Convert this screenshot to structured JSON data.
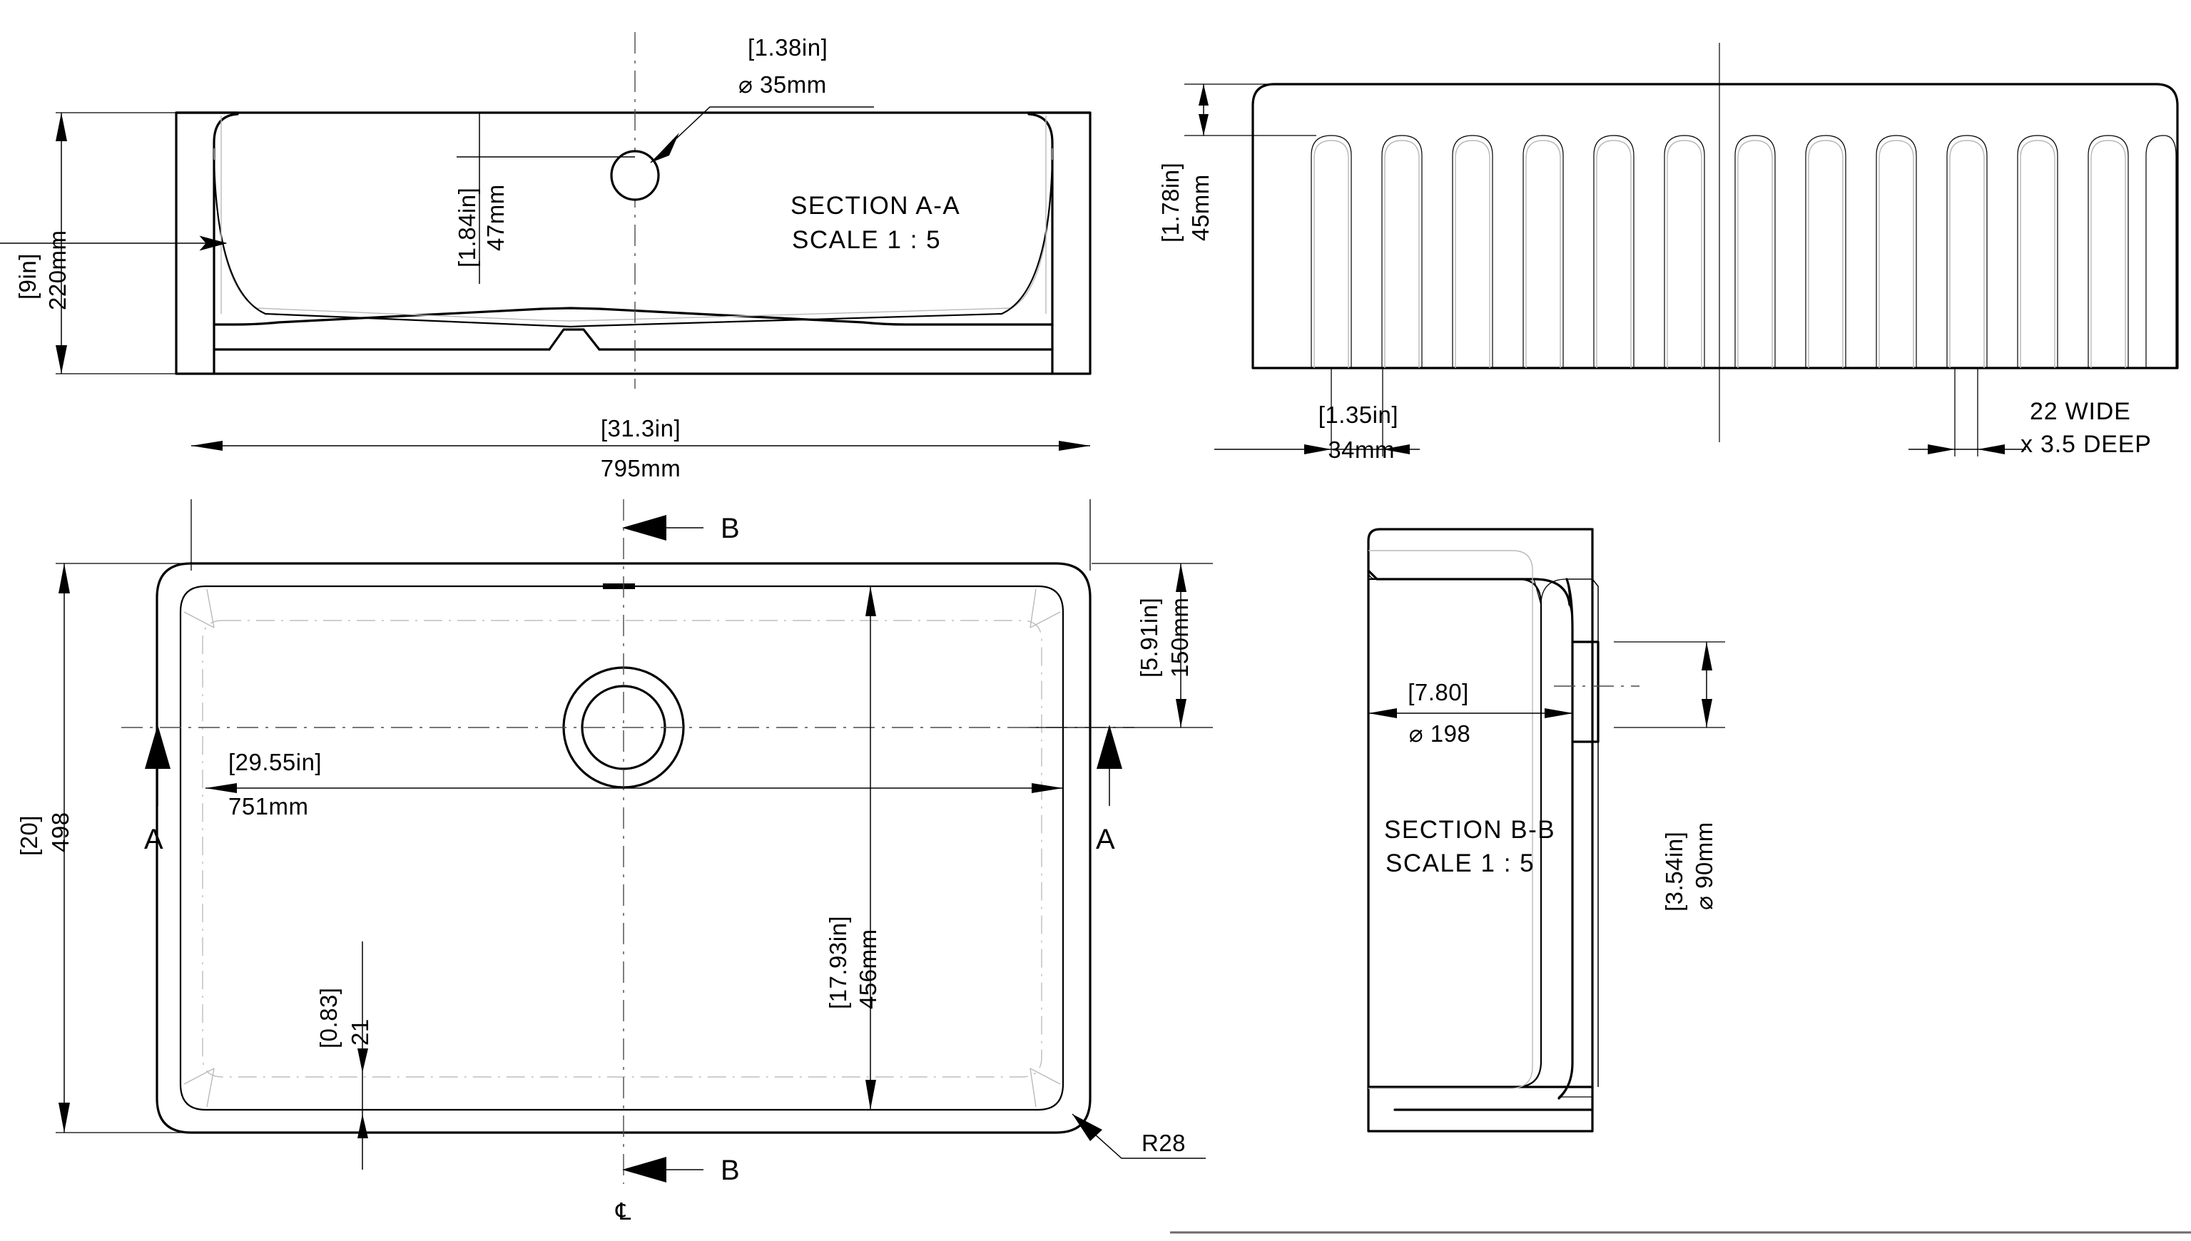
{
  "drawing": {
    "type": "engineering-drawing",
    "subject": "Fireclay farmhouse kitchen sink",
    "units_note": "Bracketed values are inches; plain values are millimetres"
  },
  "views": {
    "section_aa": {
      "title": "SECTION A-A",
      "scale": "SCALE 1 : 5",
      "dimensions": {
        "height_in": "[9in]",
        "height_mm": "220mm",
        "tap_hole_from_top_in": "[1.84in]",
        "tap_hole_from_top_mm": "47mm",
        "tap_hole_dia_in": "[1.38in]",
        "tap_hole_dia_mm": "⌀ 35mm"
      }
    },
    "front_elevation": {
      "dimensions": {
        "apron_top_band_in": "[1.78in]",
        "apron_top_band_mm": "45mm",
        "flute_pitch_in": "[1.35in]",
        "flute_pitch_mm": "34mm",
        "flute_note_line1": "22 WIDE",
        "flute_note_line2": "x 3.5 DEEP"
      },
      "flute_count": 13
    },
    "plan": {
      "dimensions": {
        "overall_width_in": "[31.3in]",
        "overall_width_mm": "795mm",
        "overall_depth_in": "[20]",
        "overall_depth_mm": "498",
        "bowl_width_in": "[29.55in]",
        "bowl_width_mm": "751mm",
        "bowl_depth_in": "[17.93in]",
        "bowl_depth_mm": "456mm",
        "drain_offset_in": "[5.91in]",
        "drain_offset_mm": "150mm",
        "rim_width_in": "[0.83]",
        "rim_width_mm": "21",
        "corner_radius": "R28"
      },
      "labels": {
        "section_a_left": "A",
        "section_a_right": "A",
        "section_b_top": "B",
        "section_b_bottom": "B",
        "centerline_symbol": "℄"
      }
    },
    "section_bb": {
      "title": "SECTION B-B",
      "scale": "SCALE 1 : 5",
      "dimensions": {
        "inner_width_in": "[7.80]",
        "inner_width_mm": "⌀ 198",
        "drain_dia_in": "[3.54in]",
        "drain_dia_mm": "⌀ 90mm"
      }
    }
  },
  "colors": {
    "line": "#000000",
    "phantom": "#b9b9b9",
    "center": "#4a4a4a",
    "background": "#ffffff"
  }
}
